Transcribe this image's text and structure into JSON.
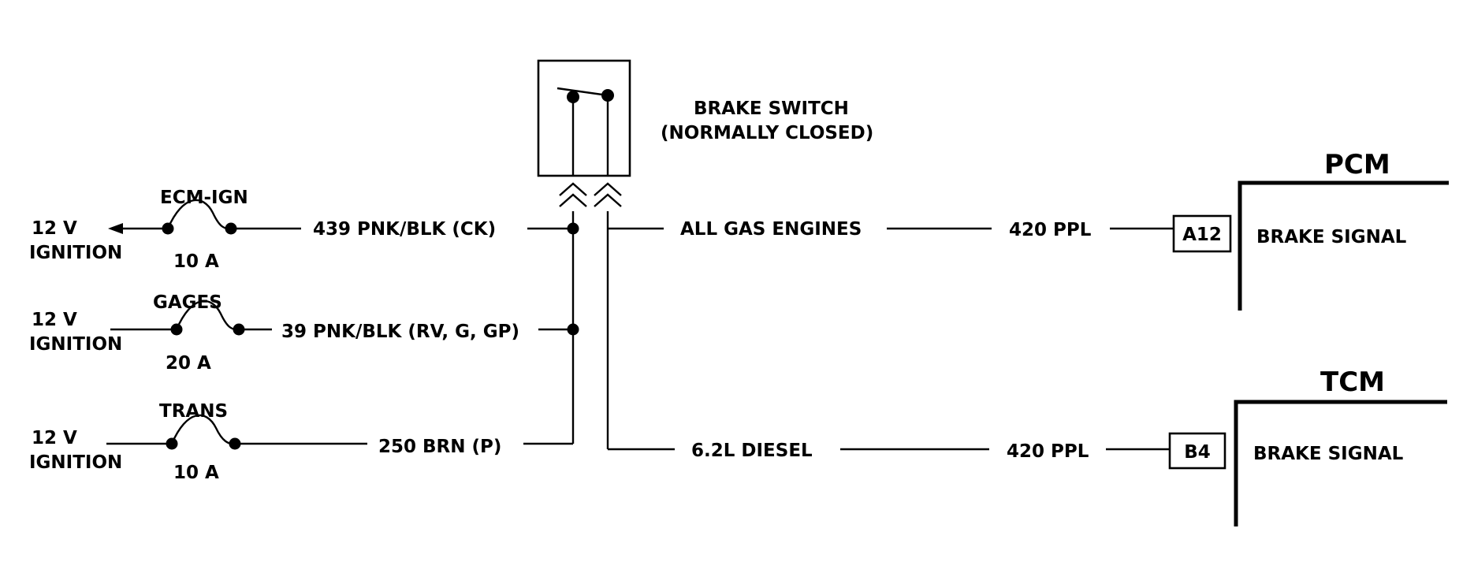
{
  "circuits": [
    {
      "source_voltage": "12 V",
      "source_label": "IGNITION",
      "fuse_name": "ECM-IGN",
      "fuse_rating": "10 A",
      "wire": "439 PNK/BLK (CK)"
    },
    {
      "source_voltage": "12 V",
      "source_label": "IGNITION",
      "fuse_name": "GAGES",
      "fuse_rating": "20 A",
      "wire": "39 PNK/BLK (RV, G, GP)"
    },
    {
      "source_voltage": "12 V",
      "source_label": "IGNITION",
      "fuse_name": "TRANS",
      "fuse_rating": "10 A",
      "wire": "250 BRN (P)"
    }
  ],
  "brake_switch": {
    "line1": "BRAKE SWITCH",
    "line2": "(NORMALLY CLOSED)"
  },
  "outputs": [
    {
      "condition": "ALL GAS ENGINES",
      "wire": "420 PPL",
      "module": "PCM",
      "pin": "A12",
      "signal": "BRAKE SIGNAL"
    },
    {
      "condition": "6.2L DIESEL",
      "wire": "420 PPL",
      "module": "TCM",
      "pin": "B4",
      "signal": "BRAKE SIGNAL"
    }
  ]
}
